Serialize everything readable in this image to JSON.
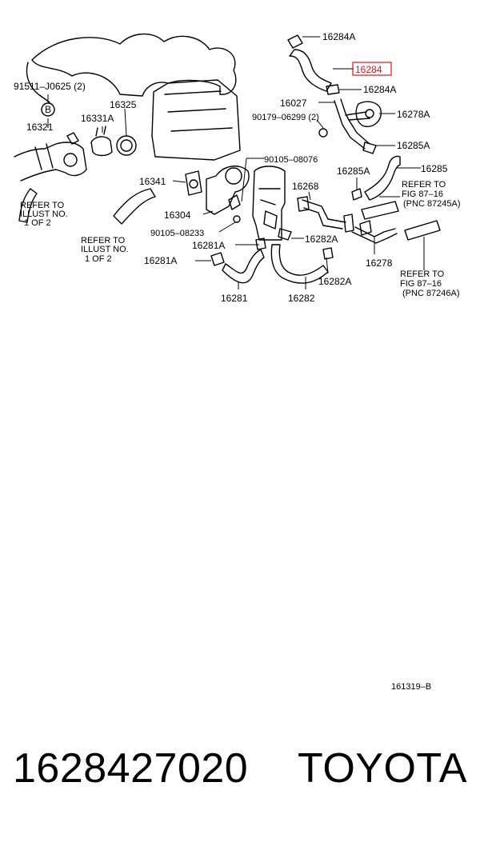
{
  "diagram": {
    "labels": {
      "p16284A_top": "16284A",
      "p16284_hl": "16284",
      "p16284A_mid": "16284A",
      "p91511": "91511–J0625 (2)",
      "pB": "B",
      "p16325": "16325",
      "p16027": "16027",
      "p16321": "16321",
      "p16331A": "16331A",
      "p90179": "90179–06299 (2)",
      "p16278A": "16278A",
      "p16285A_r": "16285A",
      "p90105_08076": "90105–08076",
      "p16285A_m": "16285A",
      "p16285": "16285",
      "p16341": "16341",
      "p16268": "16268",
      "p16304": "16304",
      "p90105_08233": "90105–08233",
      "p16281A_1": "16281A",
      "p16282A_1": "16282A",
      "p16278": "16278",
      "p16281A_2": "16281A",
      "p16282A_2": "16282A",
      "p16281": "16281",
      "p16282": "16282",
      "ref_left_1": "REFER TO",
      "ref_left_2": "ILLUST NO.",
      "ref_left_3": "1 OF 2",
      "ref_mid_1": "REFER TO",
      "ref_mid_2": "ILLUST NO.",
      "ref_mid_3": "1 OF 2",
      "ref_r1_1": "REFER TO",
      "ref_r1_2": "FIG 87–16",
      "ref_r1_3": "(PNC 87245A)",
      "ref_r2_1": "REFER TO",
      "ref_r2_2": "FIG 87–16",
      "ref_r2_3": "(PNC 87246A)",
      "fig_code": "161319–B"
    }
  },
  "footer": {
    "part_number": "1628427020",
    "brand": "TOYOTA"
  },
  "colors": {
    "highlight": "#d8141c"
  }
}
